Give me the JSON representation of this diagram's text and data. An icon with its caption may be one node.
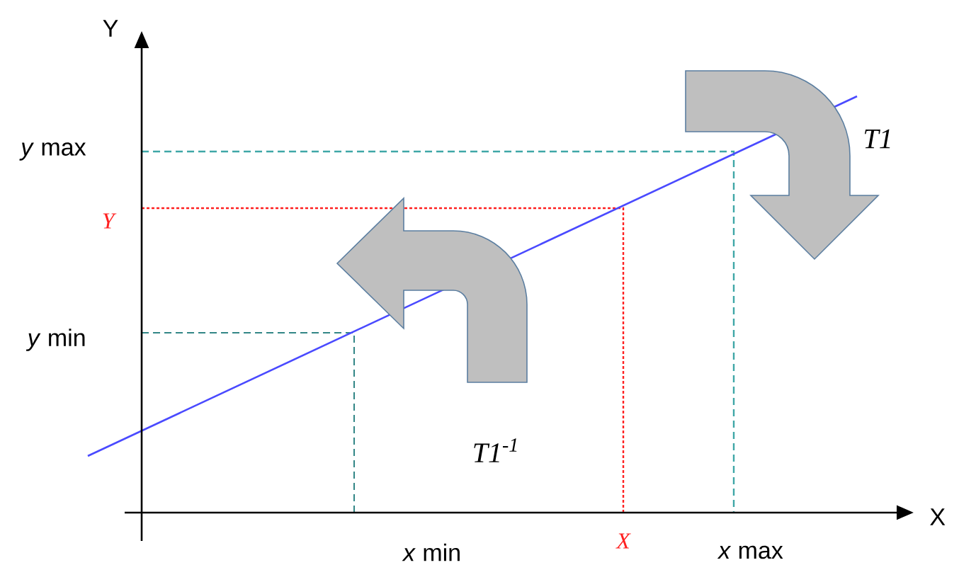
{
  "diagram": {
    "labels": [
      "Y",
      "*y* max",
      "Y",
      "*y* min",
      "T1",
      "T1$^{-1}$",
      "*x* min",
      "X",
      "*x* max",
      "X"
    ]
  }
}
